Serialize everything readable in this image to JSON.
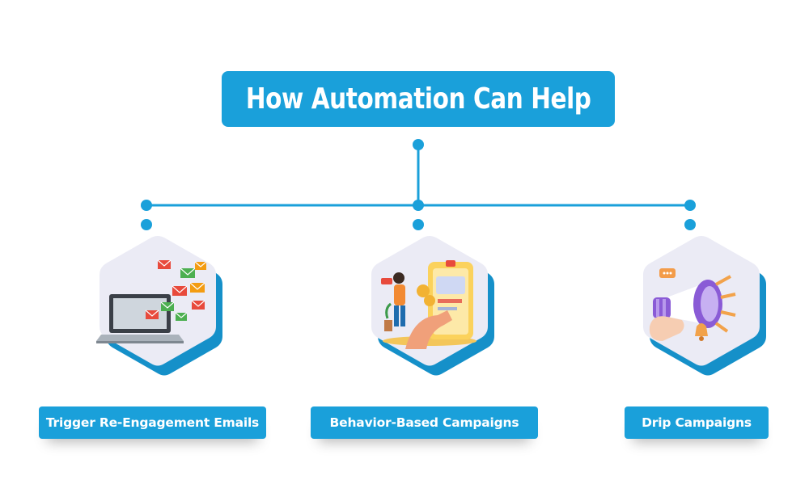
{
  "title": "How Automation Can Help",
  "colors": {
    "accent": "#1aa0da",
    "hex_fill": "#ebebf5",
    "hex_shadow": "#1590c9"
  },
  "items": [
    {
      "label": "Trigger Re-Engagement Emails",
      "icon": "laptop-emails-icon"
    },
    {
      "label": "Behavior-Based Campaigns",
      "icon": "ppc-marketing-icon"
    },
    {
      "label": "Drip Campaigns",
      "icon": "megaphone-icon"
    }
  ]
}
